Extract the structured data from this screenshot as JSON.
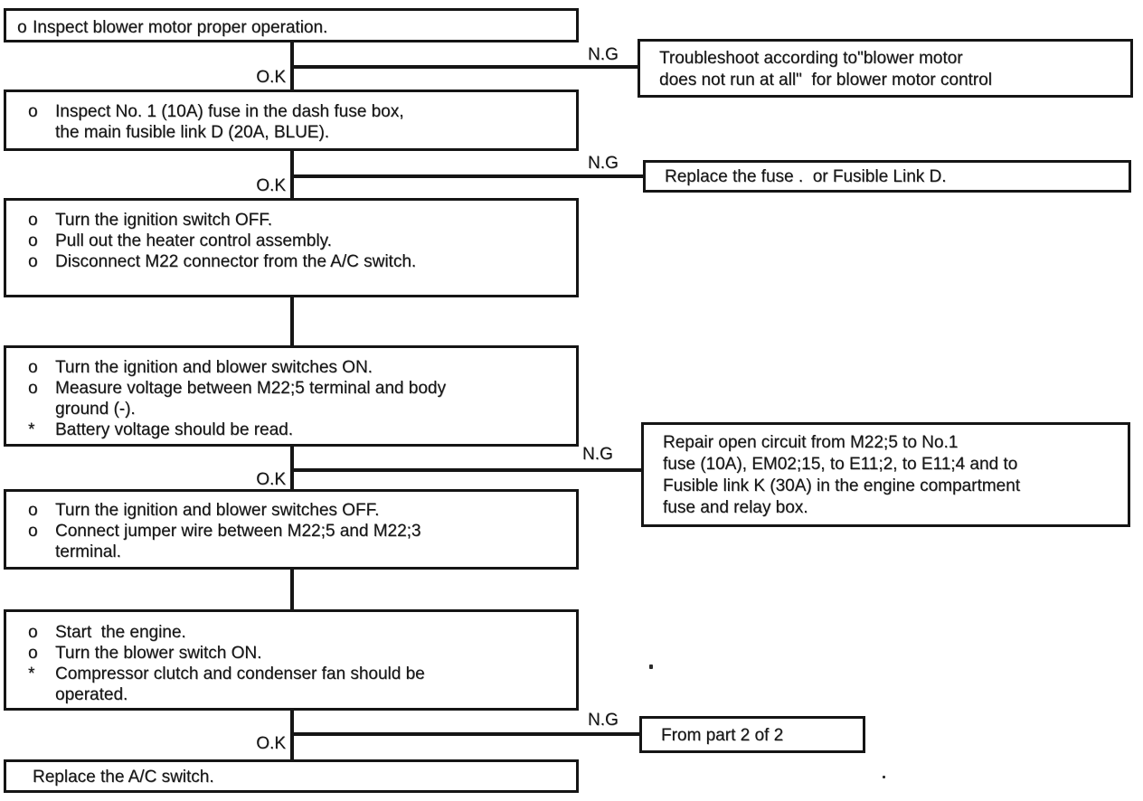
{
  "page": {
    "background": "#ffffff",
    "ink": "#151515",
    "description": "Troubleshooting flowchart for A/C switch and blower motor circuit"
  },
  "flow": {
    "ok_label": "O.K",
    "ng_label": "N.G",
    "steps": {
      "s1": {
        "l1": {
          "b": "o",
          "t": "Inspect blower motor proper operation."
        }
      },
      "s2": {
        "l1": {
          "b": "o",
          "t": "Inspect No. 1 (10A) fuse in the dash fuse box,"
        },
        "l2": {
          "b": "",
          "t": "the main fusible link D (20A, BLUE)."
        }
      },
      "s3": {
        "l1": {
          "b": "o",
          "t": "Turn the ignition switch OFF."
        },
        "l2": {
          "b": "o",
          "t": "Pull out the heater control assembly."
        },
        "l3": {
          "b": "",
          "t": ""
        },
        "l4": {
          "b": "o",
          "t": "Disconnect M22 connector from the A/C switch."
        }
      },
      "s4": {
        "l1": {
          "b": "o",
          "t": "Turn the ignition and blower switches ON."
        },
        "l2": {
          "b": "o",
          "t": "Measure voltage between M22;5 terminal and body"
        },
        "l3": {
          "b": "",
          "t": "ground (-)."
        },
        "l4": {
          "b": "*",
          "t": "Battery voltage should be read."
        }
      },
      "s5": {
        "l1": {
          "b": "o",
          "t": "Turn the ignition and blower switches OFF."
        },
        "l2": {
          "b": "o",
          "t": "Connect jumper wire between M22;5 and M22;3"
        },
        "l3": {
          "b": "",
          "t": "terminal."
        }
      },
      "s6": {
        "l1": {
          "b": "o",
          "t": "Start  the engine."
        },
        "l2": {
          "b": "o",
          "t": "Turn the blower switch ON."
        },
        "l3": {
          "b": "*",
          "t": "Compressor clutch and condenser fan should be"
        },
        "l4": {
          "b": "",
          "t": "operated."
        }
      },
      "s7": {
        "l1": {
          "b": "",
          "t": "Replace the A/C switch."
        }
      }
    },
    "results": {
      "r1": {
        "l1": "Troubleshoot according to\"blower motor",
        "l2": "does not run at all\"  for blower motor control"
      },
      "r2": {
        "l1": "Replace the fuse .  or Fusible Link D."
      },
      "r3": {
        "l1": "Repair open circuit from M22;5 to No.1",
        "l2": "fuse (10A), EM02;15, to E11;2, to E11;4 and to",
        "l3": "Fusible link K (30A) in the engine compartment",
        "l4": "fuse and relay box."
      },
      "r4": {
        "l1": "From part 2 of 2"
      }
    }
  }
}
